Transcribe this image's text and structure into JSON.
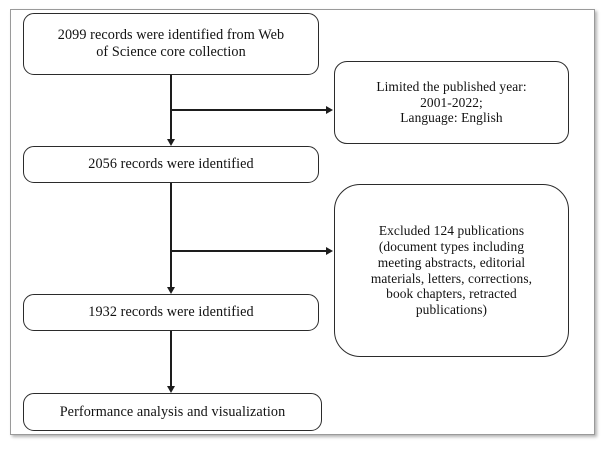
{
  "figure": {
    "type": "flowchart",
    "description": "PRISMA-style literature screening flow diagram",
    "nodes": {
      "identified_initial": "2099 records were identified from Web\nof Science core collection",
      "filter_criteria": "Limited the published year:\n2001-2022;\nLanguage: English",
      "identified_after_filter": "2056 records were identified",
      "exclusion_criteria": "Excluded 124 publications\n(document types including\nmeeting abstracts, editorial\nmaterials, letters, corrections,\nbook chapters, retracted\npublications)",
      "identified_after_exclusion": "1932 records were identified",
      "final_step": "Performance analysis and visualization"
    },
    "counts": {
      "initial_records": 2099,
      "after_year_language_filter": 2056,
      "excluded_publications": 124,
      "final_records": 1932
    },
    "colors": {
      "box_border": "#2b2b2b",
      "connector": "#1d1d1d",
      "frame_border": "#9a9a9a",
      "background": "#ffffff",
      "text": "#111111"
    }
  }
}
